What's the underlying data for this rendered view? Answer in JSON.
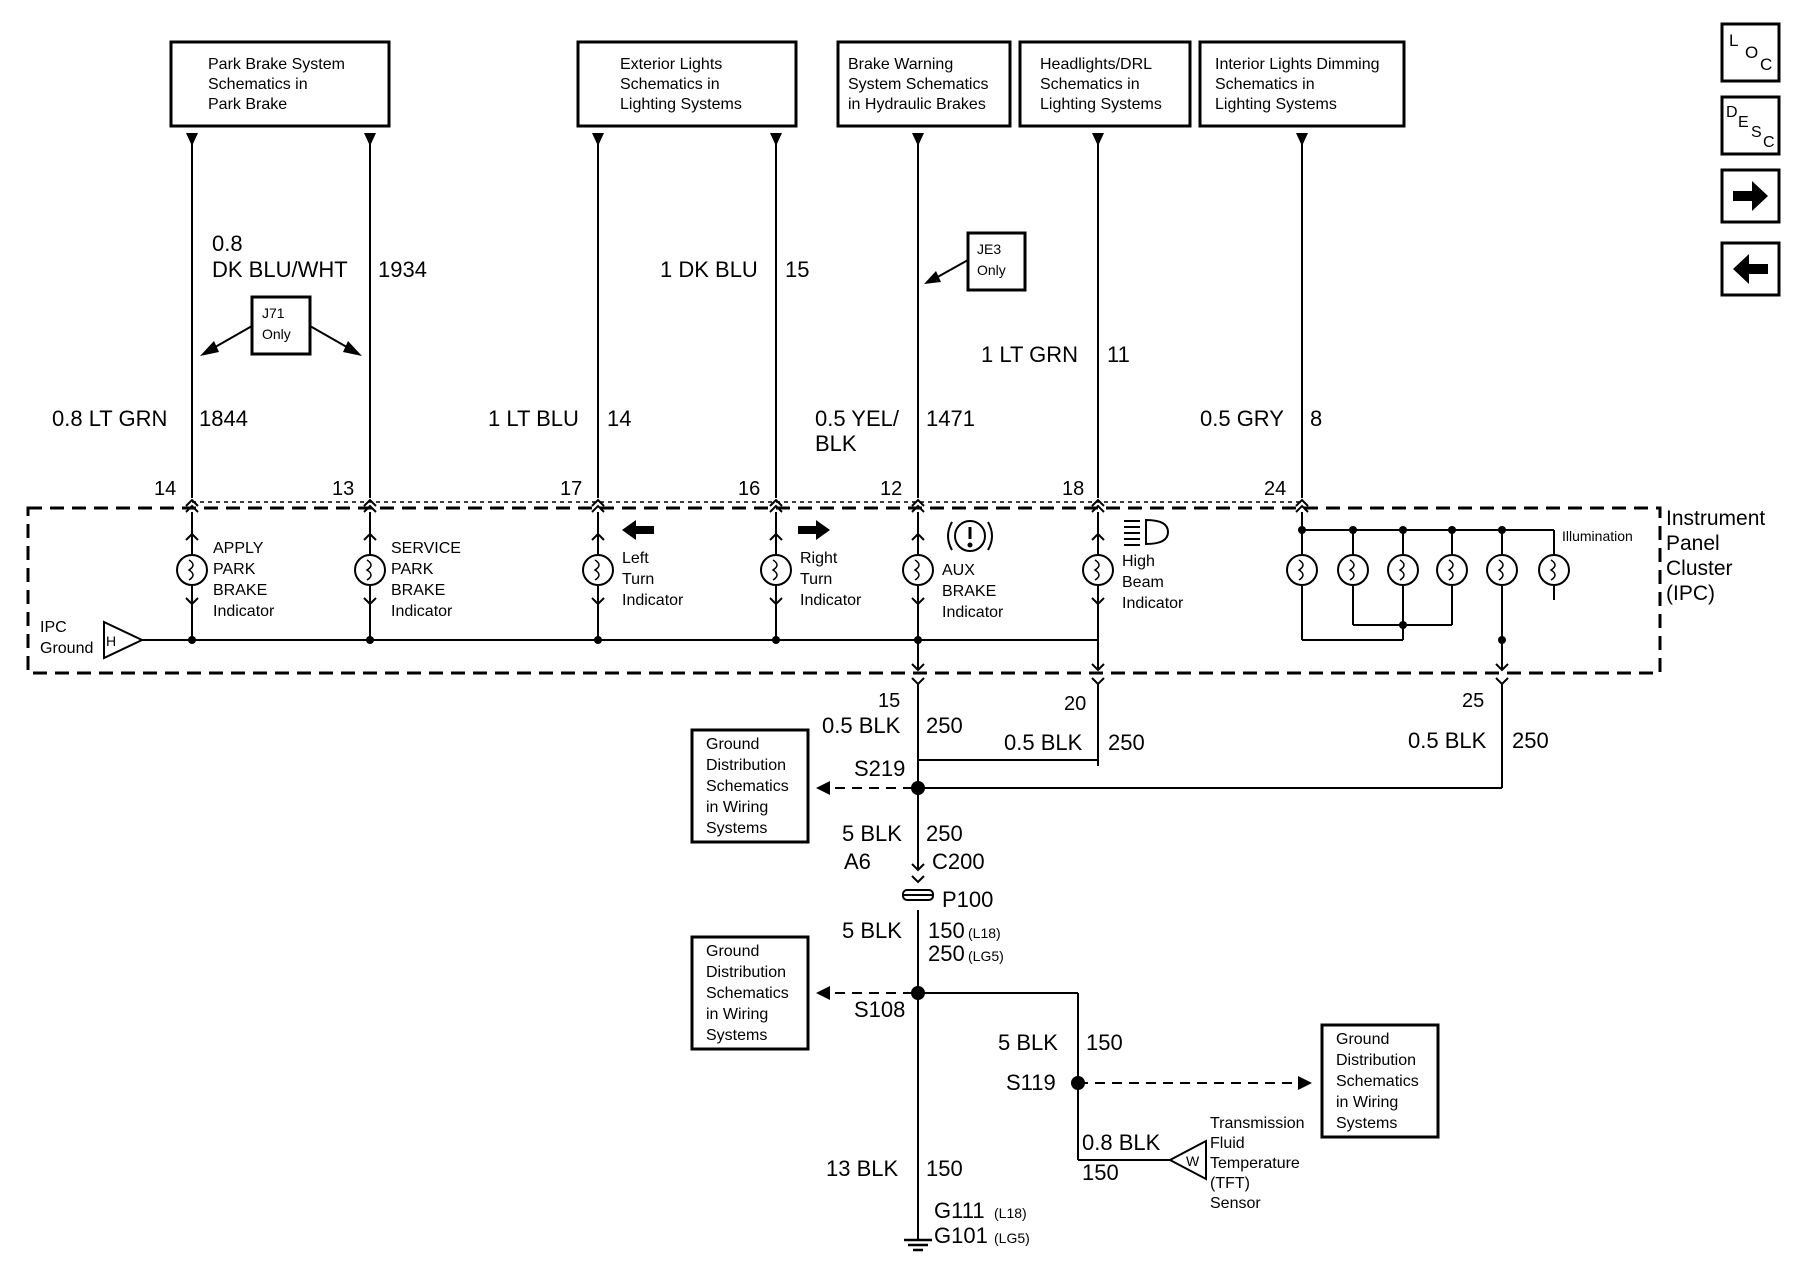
{
  "colors": {
    "ink": "#000000",
    "paper": "#ffffff"
  },
  "nav": {
    "loc": {
      "l": "L",
      "o": "O",
      "c": "C"
    },
    "desc": {
      "d": "D",
      "e": "E",
      "s": "S",
      "c": "C"
    },
    "next_icon": "arrow-right-icon",
    "prev_icon": "arrow-left-icon"
  },
  "ref_boxes": [
    {
      "lines": [
        "Park Brake System",
        "Schematics in",
        "Park Brake"
      ]
    },
    {
      "lines": [
        "Exterior Lights",
        "Schematics in",
        "Lighting Systems"
      ]
    },
    {
      "lines": [
        "Brake Warning",
        "System Schematics",
        "in Hydraulic Brakes"
      ]
    },
    {
      "lines": [
        "Headlights/DRL",
        "Schematics in",
        "Lighting Systems"
      ]
    },
    {
      "lines": [
        "Interior Lights Dimming",
        "Schematics in",
        "Lighting Systems"
      ]
    }
  ],
  "option_notes": {
    "j71": [
      "J71",
      "Only"
    ],
    "je3": [
      "JE3",
      "Only"
    ]
  },
  "wires": {
    "w1844": {
      "label": "0.8 LT GRN",
      "circuit": "1844"
    },
    "w1934": {
      "label_line1": "0.8",
      "label_line2": "DK BLU/WHT",
      "circuit": "1934"
    },
    "w14": {
      "label": "1 LT BLU",
      "circuit": "14"
    },
    "w15": {
      "label": "1 DK BLU",
      "circuit": "15"
    },
    "w1471": {
      "label_line1": "0.5 YEL/",
      "label_line2": "BLK",
      "circuit": "1471"
    },
    "w11": {
      "label": "1 LT GRN",
      "circuit": "11"
    },
    "w8": {
      "label": "0.5 GRY",
      "circuit": "8"
    }
  },
  "pins": [
    "14",
    "13",
    "17",
    "16",
    "12",
    "18",
    "24"
  ],
  "ipc": {
    "lines": [
      "Instrument",
      "Panel",
      "Cluster",
      "(IPC)"
    ]
  },
  "indicators": {
    "apply_park": [
      "APPLY",
      "PARK",
      "BRAKE",
      "Indicator"
    ],
    "service_park": [
      "SERVICE",
      "PARK",
      "BRAKE",
      "Indicator"
    ],
    "left_turn": [
      "Left",
      "Turn",
      "Indicator"
    ],
    "right_turn": [
      "Right",
      "Turn",
      "Indicator"
    ],
    "aux_brake": [
      "AUX",
      "BRAKE",
      "Indicator"
    ],
    "high_beam": [
      "High",
      "Beam",
      "Indicator"
    ],
    "illumination": "Illumination"
  },
  "ipc_ground": {
    "line1": "IPC",
    "line2": "Ground",
    "connector": "H"
  },
  "ground_pins": {
    "p15": "15",
    "p20": "20",
    "p25": "25"
  },
  "ground_wires": {
    "g1": {
      "label": "0.5 BLK",
      "circuit": "250"
    },
    "g2": {
      "label": "0.5 BLK",
      "circuit": "250"
    },
    "g3": {
      "label": "0.5 BLK",
      "circuit": "250"
    },
    "g4": {
      "label": "5 BLK",
      "circuit": "250"
    },
    "g5": {
      "label": "5 BLK",
      "circuit_l18": "150",
      "tag_l18": "(L18)",
      "circuit_lg5": "250",
      "tag_lg5": "(LG5)"
    },
    "g6": {
      "label": "5 BLK",
      "circuit": "150"
    },
    "g7": {
      "label": "13 BLK",
      "circuit": "150"
    },
    "g8": {
      "label": "0.8 BLK",
      "circuit": "150"
    }
  },
  "splices": {
    "s219": "S219",
    "s108": "S108",
    "s119": "S119"
  },
  "connectors": {
    "a6": "A6",
    "c200": "C200",
    "p100": "P100"
  },
  "gnd_boxes": [
    {
      "lines": [
        "Ground",
        "Distribution",
        "Schematics",
        "in Wiring",
        "Systems"
      ]
    },
    {
      "lines": [
        "Ground",
        "Distribution",
        "Schematics",
        "in Wiring",
        "Systems"
      ]
    },
    {
      "lines": [
        "Ground",
        "Distribution",
        "Schematics",
        "in Wiring",
        "Systems"
      ]
    }
  ],
  "tft": {
    "lines": [
      "Transmission",
      "Fluid",
      "Temperature",
      "(TFT)",
      "Sensor"
    ],
    "connector": "W"
  },
  "grounds": {
    "g111": "G111",
    "g111_tag": "(L18)",
    "g101": "G101",
    "g101_tag": "(LG5)"
  }
}
